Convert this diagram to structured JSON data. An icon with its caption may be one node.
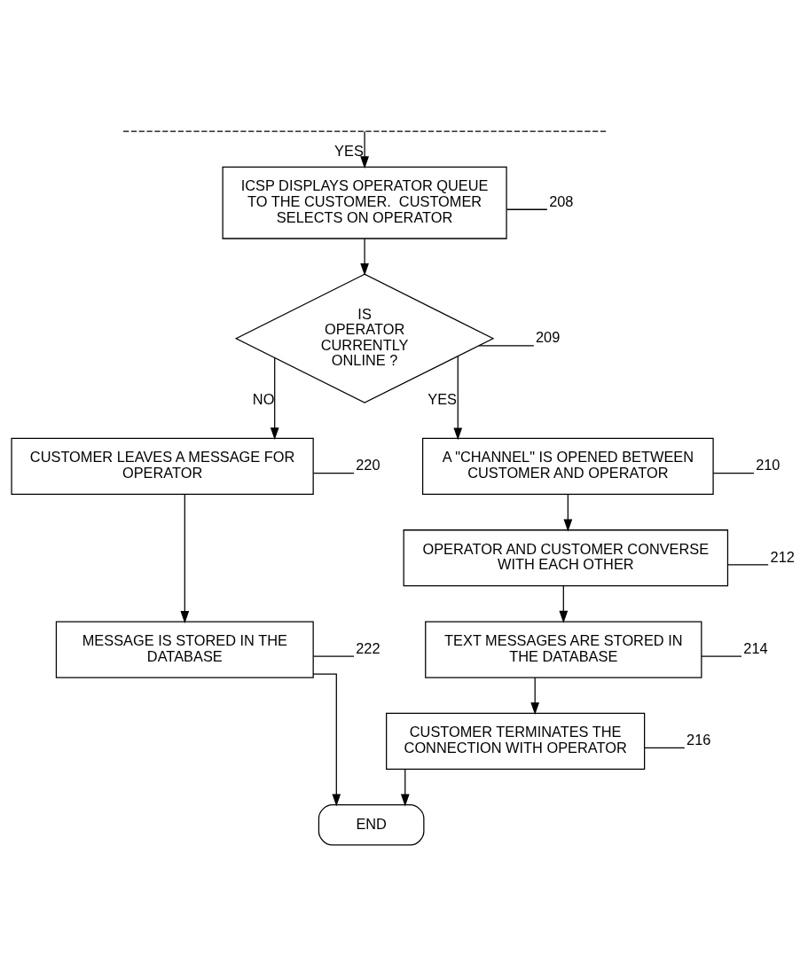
{
  "diagram": {
    "nodes": [
      {
        "text": [],
        "shape": "line"
      },
      {
        "text": [
          "ICSP DISPLAYS OPERATOR QUEUE TO THE CUSTOMER.  CUSTOMER SELECTS ON OPERATOR"
        ]
      },
      {
        "text": [
          "208"
        ]
      },
      {
        "text": [
          "IS OPERATOR CURRENTLY ONLINE ?"
        ]
      },
      {
        "text": [
          "209"
        ]
      },
      {
        "text": [
          "CUSTOMER LEAVES A MESSAGE FOR OPERATOR"
        ]
      },
      {
        "text": [
          "220"
        ]
      },
      {
        "text": [
          "A \"CHANNEL\" IS OPENED BETWEEN CUSTOMER AND OPERATOR"
        ]
      },
      {
        "text": [
          "210"
        ]
      },
      {
        "text": [
          "MESSAGE IS STORED IN THE DATABASE"
        ]
      },
      {
        "text": [
          "222"
        ]
      },
      {
        "text": [
          "OPERATOR AND CUSTOMER CONVERSE WITH EACH OTHER"
        ]
      },
      {
        "text": [
          "212"
        ]
      },
      {
        "text": [
          "TEXT MESSAGES ARE STORED IN THE DATABASE"
        ]
      },
      {
        "text": [
          "214"
        ]
      },
      {
        "text": [
          "CUSTOMER TERMINATES THE CONNECTION WITH OPERATOR"
        ]
      },
      {
        "text": [
          "216"
        ]
      },
      {
        "text": [
          "END"
        ]
      }
    ],
    "edges": [
      {
        "from": 0,
        "to": 1,
        "arrow": "to",
        "label": "YES"
      },
      {
        "from": 1,
        "to": 3,
        "arrow": "to"
      },
      {
        "from": 3,
        "to": 5,
        "arrow": "to",
        "label": "NO"
      },
      {
        "from": 3,
        "to": 7,
        "arrow": "to",
        "label": "YES"
      },
      {
        "from": 5,
        "to": 9,
        "arrow": "to"
      },
      {
        "from": 9,
        "to": 17,
        "arrow": "to"
      },
      {
        "from": 7,
        "to": 11,
        "arrow": "to"
      },
      {
        "from": 11,
        "to": 13,
        "arrow": "to"
      },
      {
        "from": 13,
        "to": 15,
        "arrow": "to"
      },
      {
        "from": 15,
        "to": 17,
        "arrow": "to"
      },
      {
        "from": 2,
        "to": 1,
        "arrow": "none"
      },
      {
        "from": 4,
        "to": 3,
        "arrow": "none"
      },
      {
        "from": 6,
        "to": 5,
        "arrow": "none"
      },
      {
        "from": 8,
        "to": 7,
        "arrow": "none"
      },
      {
        "from": 10,
        "to": 9,
        "arrow": "none"
      },
      {
        "from": 12,
        "to": 11,
        "arrow": "none"
      },
      {
        "from": 14,
        "to": 13,
        "arrow": "none"
      },
      {
        "from": 16,
        "to": 15,
        "arrow": "none"
      }
    ]
  }
}
